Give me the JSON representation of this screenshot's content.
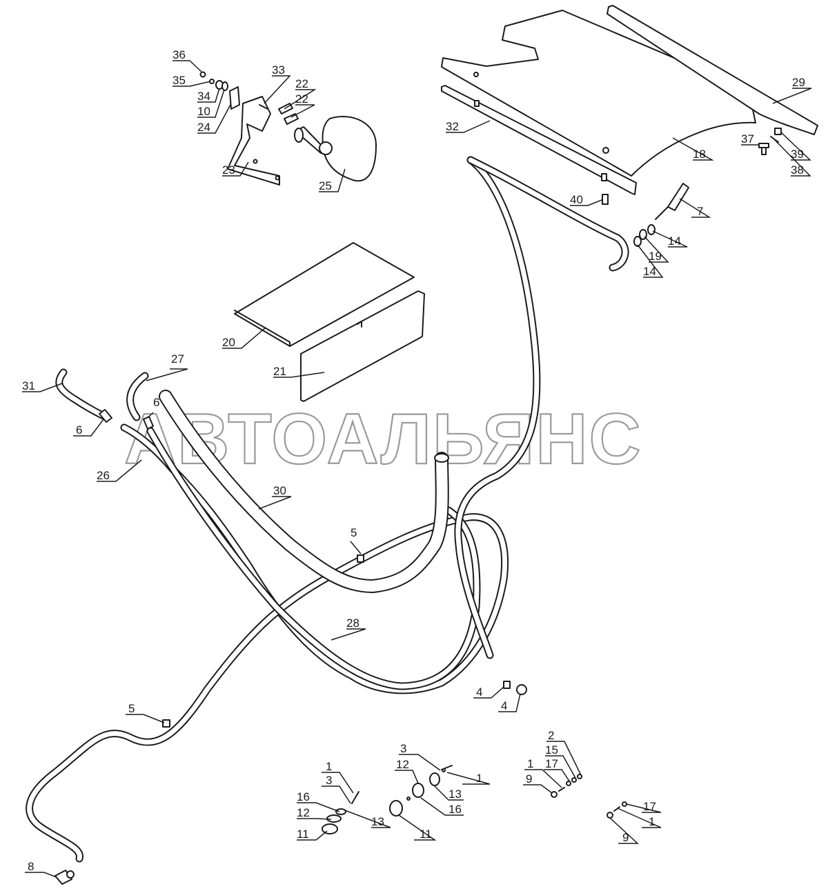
{
  "watermark": "АВТОАЛЬЯНС",
  "labels": [
    {
      "id": "l36",
      "text": "36"
    },
    {
      "id": "l35",
      "text": "35"
    },
    {
      "id": "l34",
      "text": "34"
    },
    {
      "id": "l10",
      "text": "10"
    },
    {
      "id": "l24",
      "text": "24"
    },
    {
      "id": "l33",
      "text": "33"
    },
    {
      "id": "l22a",
      "text": "22"
    },
    {
      "id": "l22b",
      "text": "22"
    },
    {
      "id": "l23",
      "text": "23"
    },
    {
      "id": "l25",
      "text": "25"
    },
    {
      "id": "l29",
      "text": "29"
    },
    {
      "id": "l32",
      "text": "32"
    },
    {
      "id": "l18",
      "text": "18"
    },
    {
      "id": "l37",
      "text": "37"
    },
    {
      "id": "l39",
      "text": "39"
    },
    {
      "id": "l38",
      "text": "38"
    },
    {
      "id": "l40",
      "text": "40"
    },
    {
      "id": "l7",
      "text": "7"
    },
    {
      "id": "l14a",
      "text": "14"
    },
    {
      "id": "l19",
      "text": "19"
    },
    {
      "id": "l14b",
      "text": "14"
    },
    {
      "id": "l20",
      "text": "20"
    },
    {
      "id": "l21",
      "text": "21"
    },
    {
      "id": "l27",
      "text": "27"
    },
    {
      "id": "l31",
      "text": "31"
    },
    {
      "id": "l6a",
      "text": "6"
    },
    {
      "id": "l6b",
      "text": "6"
    },
    {
      "id": "l26",
      "text": "26"
    },
    {
      "id": "l30",
      "text": "30"
    },
    {
      "id": "l5a",
      "text": "5"
    },
    {
      "id": "l28",
      "text": "28"
    },
    {
      "id": "l4a",
      "text": "4"
    },
    {
      "id": "l4b",
      "text": "4"
    },
    {
      "id": "l5b",
      "text": "5"
    },
    {
      "id": "l3a",
      "text": "3"
    },
    {
      "id": "l12a",
      "text": "12"
    },
    {
      "id": "l1a",
      "text": "1"
    },
    {
      "id": "l13a",
      "text": "13"
    },
    {
      "id": "l16a",
      "text": "16"
    },
    {
      "id": "l11a",
      "text": "11"
    },
    {
      "id": "l1b",
      "text": "1"
    },
    {
      "id": "l3b",
      "text": "3"
    },
    {
      "id": "l16b",
      "text": "16"
    },
    {
      "id": "l12b",
      "text": "12"
    },
    {
      "id": "l13b",
      "text": "13"
    },
    {
      "id": "l11b",
      "text": "11"
    },
    {
      "id": "l2",
      "text": "2"
    },
    {
      "id": "l15",
      "text": "15"
    },
    {
      "id": "l1c",
      "text": "1"
    },
    {
      "id": "l17a",
      "text": "17"
    },
    {
      "id": "l9a",
      "text": "9"
    },
    {
      "id": "l17b",
      "text": "17"
    },
    {
      "id": "l1d",
      "text": "1"
    },
    {
      "id": "l9b",
      "text": "9"
    },
    {
      "id": "l8",
      "text": "8"
    }
  ]
}
